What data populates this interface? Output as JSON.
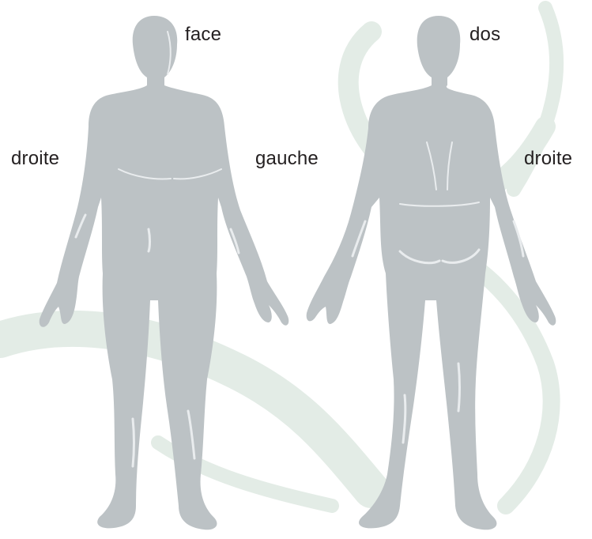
{
  "labels": {
    "front_top": "face",
    "back_top": "dos",
    "front_left": "droite",
    "front_right": "gauche",
    "back_right": "droite"
  },
  "colors": {
    "figure": "#bcc2c5",
    "figure_highlight": "#e9ecee",
    "background_swirl": "#e3ece6",
    "text": "#231f20",
    "background": "#ffffff"
  },
  "icons": {
    "front_figure": "human-body-front-icon",
    "back_figure": "human-body-back-icon"
  }
}
